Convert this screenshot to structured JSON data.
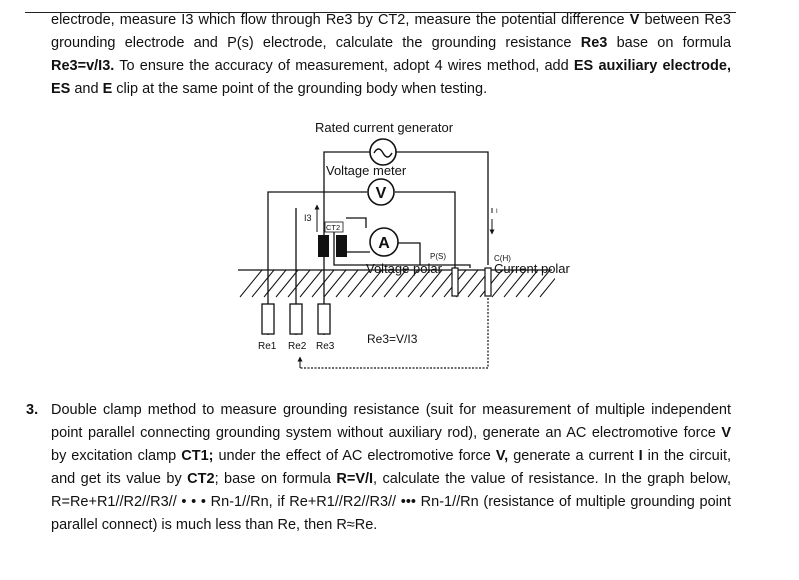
{
  "paragraph1": {
    "s1": "electrode, measure I3 which flow through Re3 by CT2, measure the potential difference ",
    "b1": "V",
    "s2": " between Re3 grounding electrode and P(s) electrode, calculate the grounding resistance ",
    "b2": "Re3",
    "s3": " base on formula ",
    "b3": "Re3=v/I3.",
    "s4": " To ensure the accuracy of measurement, adopt 4 wires method, add ",
    "b4": "ES auxiliary electrode, ES",
    "s5": " and ",
    "b5": "E",
    "s6": " clip at the same point of the grounding body when testing."
  },
  "diagram": {
    "generator_label": "Rated current generator",
    "voltmeter_label": "Voltage meter",
    "voltmeter_symbol": "V",
    "ammeter_symbol": "A",
    "i3_label": "I3",
    "ct2_label": "CT2",
    "ps_label": "P(S)",
    "ch_label": "C(H)",
    "voltage_polar_label": "Voltage polar",
    "current_polar_label": "Current polar",
    "current_label": "I",
    "re1_label": "Re1",
    "re2_label": "Re2",
    "re3_label": "Re3",
    "formula_label": "Re3=V/I3"
  },
  "item3": {
    "number": "3.",
    "s1": "Double clamp method to measure grounding resistance (suit for measurement of multiple independent point parallel connecting grounding system without auxiliary rod), generate an AC electromotive force ",
    "b1": "V",
    "s2": " by excitation clamp ",
    "b2": "CT1;",
    "s3": " under the effect of AC electromotive force ",
    "b3": "V,",
    "s4": " generate a current ",
    "b4": "I",
    "s5": " in the circuit, and get its value by ",
    "b5": "CT2",
    "s6": "; base on formula ",
    "b6": "R=V/I",
    "s7": ", calculate the value of resistance. In the graph below, R=Re+R1//R2//R3// • • • Rn-1//Rn, if Re+R1//R2//R3// ••• Rn-1//Rn (resistance of multiple grounding point parallel connect) is much less than Re, then R≈Re."
  }
}
